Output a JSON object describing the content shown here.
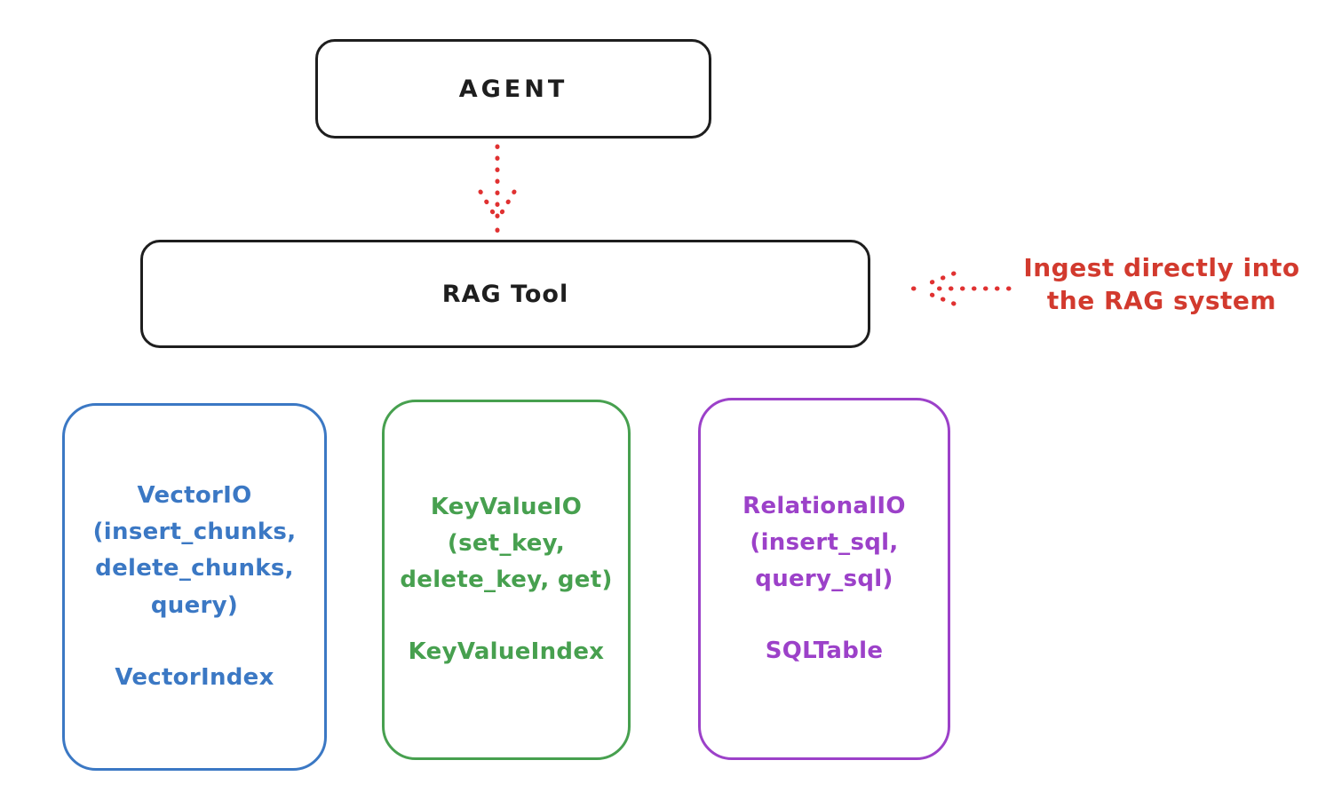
{
  "canvas": {
    "background": "#ffffff",
    "stroke_color": "#1e1e1e"
  },
  "agent_box": {
    "label": "AGENT"
  },
  "rag_box": {
    "label": "RAG Tool"
  },
  "ingest_note": {
    "line1": "Ingest directly into",
    "line2": "the RAG system",
    "color": "#d23a2e"
  },
  "arrows": {
    "color": "#e03131",
    "agent_to_rag": "dotted-arrow-down",
    "note_to_rag": "dotted-arrow-left"
  },
  "storage_boxes": [
    {
      "id": "vector-io",
      "color": "#3b78c4",
      "lines": [
        "VectorIO",
        "(insert_chunks,",
        "delete_chunks,",
        "query)"
      ],
      "index_label": "VectorIndex"
    },
    {
      "id": "keyvalue-io",
      "color": "#47a04f",
      "lines": [
        "KeyValueIO",
        "(set_key,",
        "delete_key, get)"
      ],
      "index_label": "KeyValueIndex"
    },
    {
      "id": "relational-io",
      "color": "#9c41c9",
      "lines": [
        "RelationalIO",
        "(insert_sql,",
        "query_sql)"
      ],
      "index_label": "SQLTable"
    }
  ]
}
